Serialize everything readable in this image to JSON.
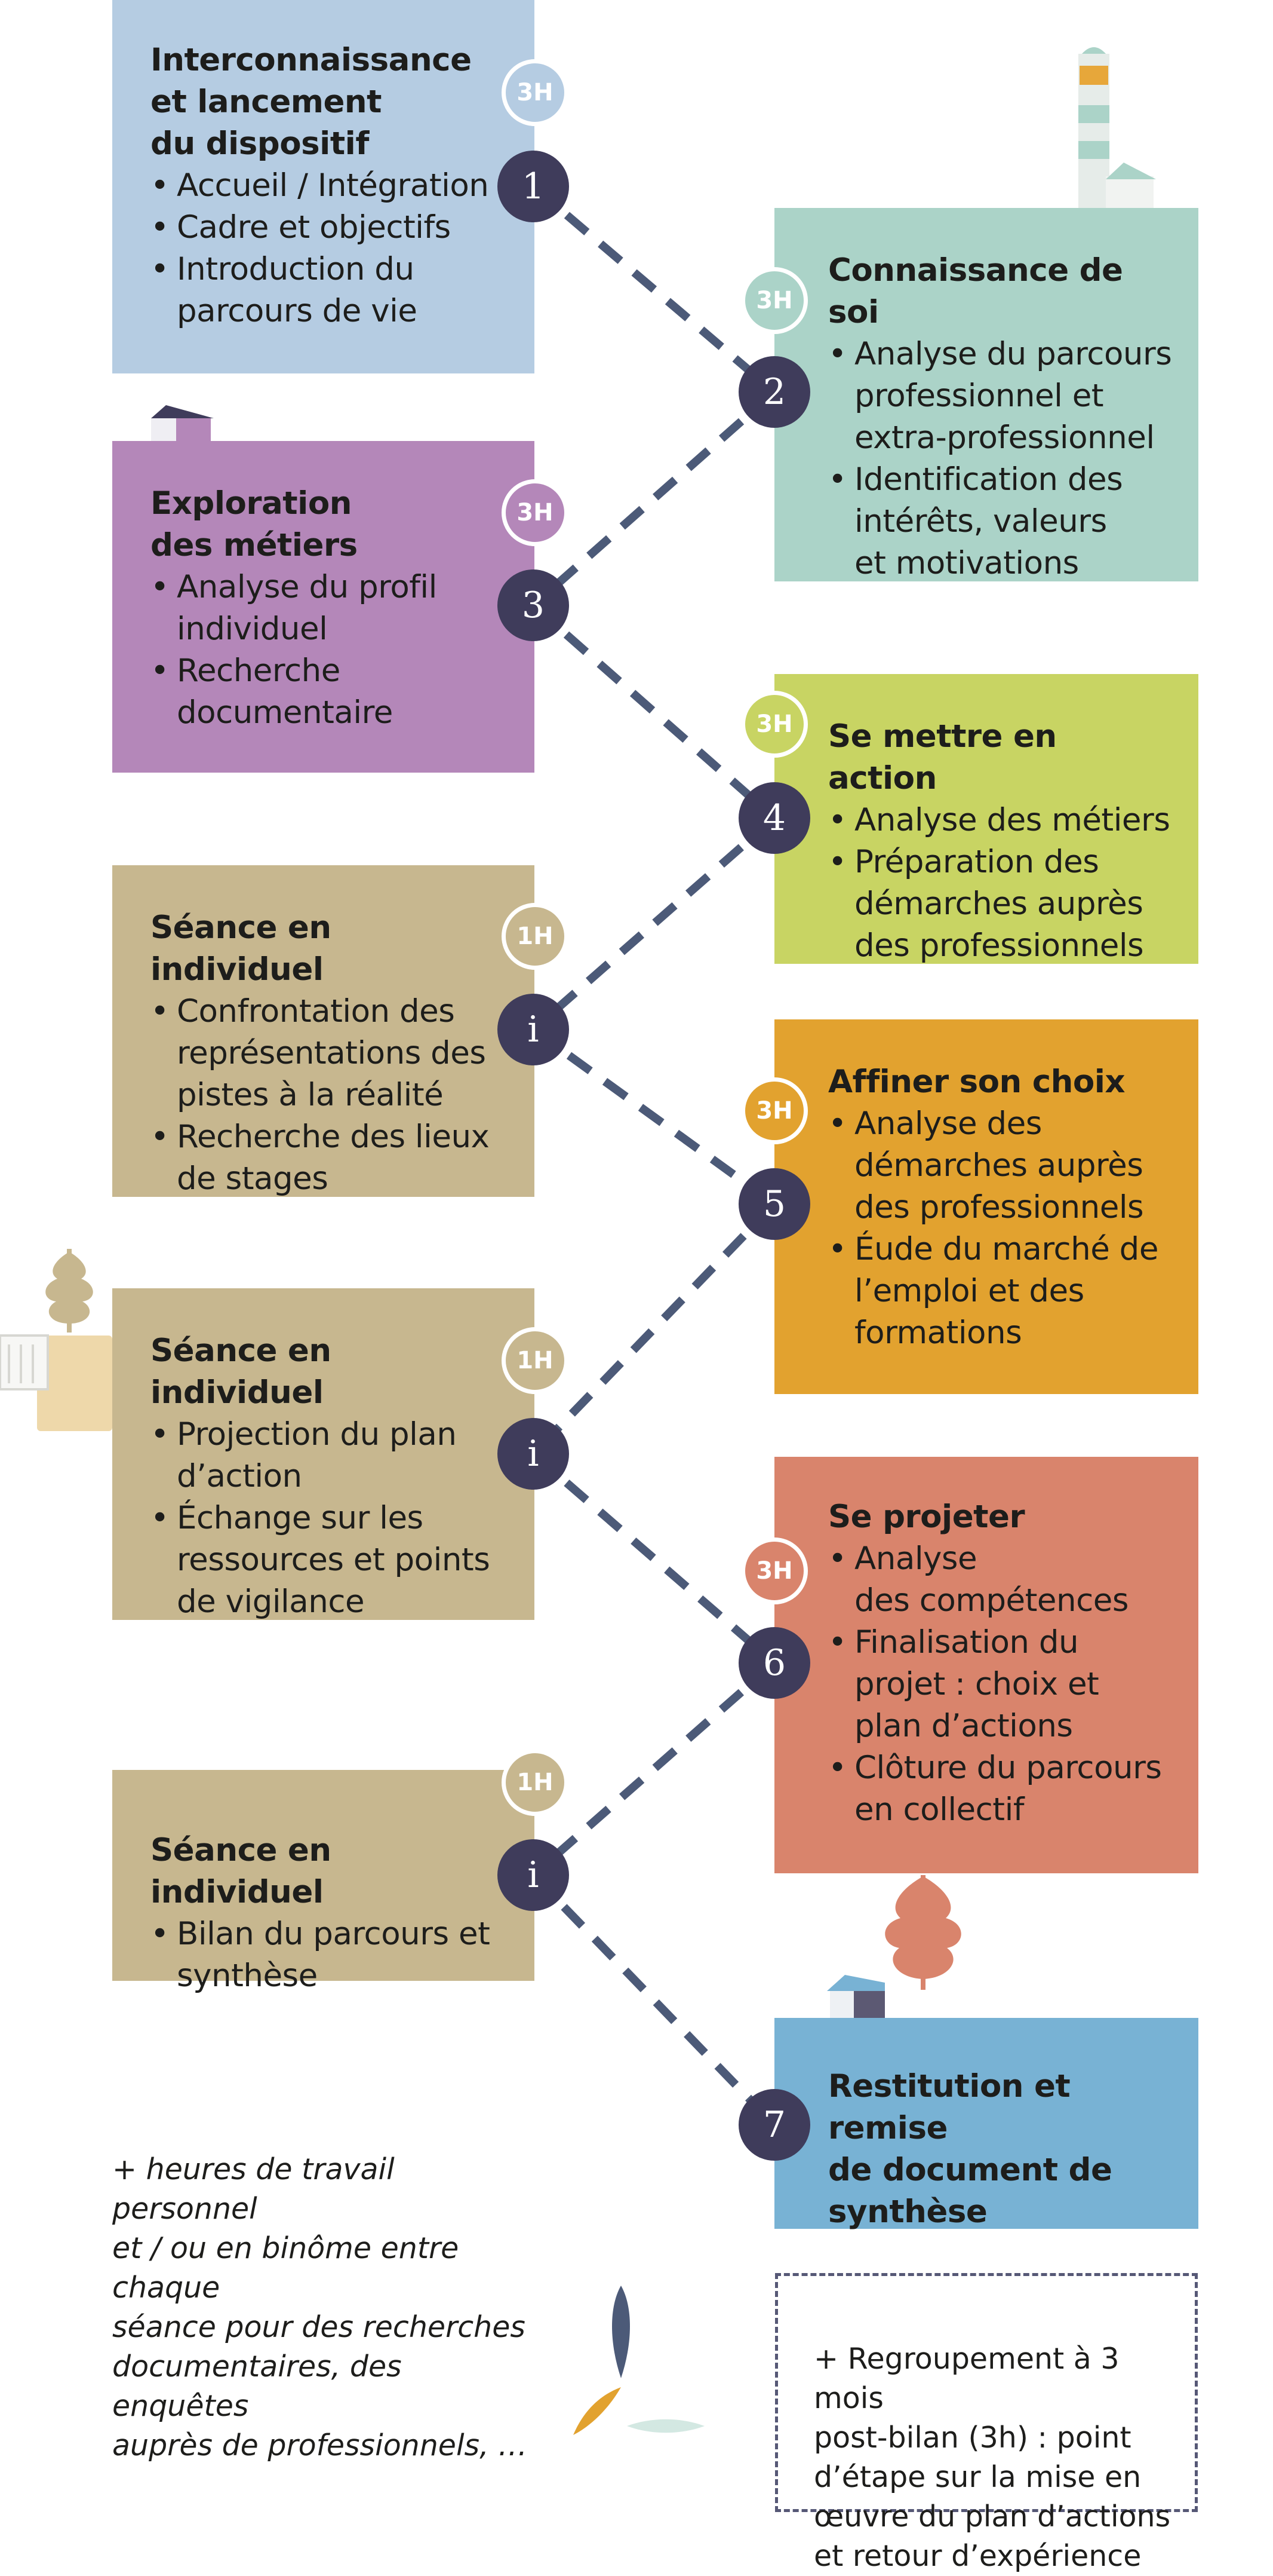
{
  "steps": [
    {
      "id": "1",
      "duration": "3H",
      "title": "Interconnaissance\net lancement\ndu dispositif",
      "items": [
        "Accueil / Intégration",
        "Cadre et objectifs",
        "Introduction du\nparcours de vie"
      ],
      "color": "#b5cce2"
    },
    {
      "id": "2",
      "duration": "3H",
      "title": "Connaissance de soi",
      "items": [
        "Analyse du parcours\nprofessionnel et\nextra-professionnel",
        "Identification des\nintérêts, valeurs\net motivations"
      ],
      "color": "#abd3c8"
    },
    {
      "id": "3",
      "duration": "3H",
      "title": "Exploration\ndes métiers",
      "items": [
        "Analyse du profil\nindividuel",
        "Recherche\ndocumentaire"
      ],
      "color": "#b487b9"
    },
    {
      "id": "4",
      "duration": "3H",
      "title": "Se mettre en action",
      "items": [
        "Analyse des métiers",
        "Préparation des\ndémarches auprès\ndes professionnels"
      ],
      "color": "#c8d463"
    },
    {
      "id": "i",
      "duration": "1H",
      "title": "Séance en individuel",
      "items": [
        "Confrontation des\nreprésentations des\npistes à la réalité",
        "Recherche des lieux\nde stages"
      ],
      "color": "#c7b78f"
    },
    {
      "id": "5",
      "duration": "3H",
      "title": "Affiner son choix",
      "items": [
        "Analyse des\ndémarches auprès\ndes professionnels",
        "Éude du marché de\nl’emploi et des\nformations"
      ],
      "color": "#e2a22f"
    },
    {
      "id": "i",
      "duration": "1H",
      "title": "Séance en individuel",
      "items": [
        "Projection du plan\nd’action",
        "Échange sur les\nressources et points\nde vigilance"
      ],
      "color": "#c7b78f"
    },
    {
      "id": "6",
      "duration": "3H",
      "title": "Se projeter",
      "items": [
        "Analyse\ndes compétences",
        "Finalisation du\nprojet : choix et\nplan d’actions",
        "Clôture du parcours\nen collectif"
      ],
      "color": "#d9846c"
    },
    {
      "id": "i",
      "duration": "1H",
      "title": "Séance en individuel",
      "items": [
        "Bilan du parcours et\nsynthèse"
      ],
      "color": "#c7b78f"
    },
    {
      "id": "7",
      "duration": "",
      "title": "Restitution et remise\nde document de\nsynthèse",
      "items": [],
      "color": "#78b2d4"
    }
  ],
  "footnote": "+ heures de travail personnel\net / ou en binôme entre chaque\nséance pour des recherches\ndocumentaires, des enquêtes\nauprès de professionnels, …",
  "followup": "+ Regroupement à 3 mois\npost-bilan (3h) : point\nd’étape sur la mise en\nœuvre du plan d’actions\net retour d’expérience",
  "colors": {
    "node": "#3f3c5b",
    "connector": "#4c5a78",
    "callout_border": "#565876"
  },
  "decorations": [
    "lighthouse-icon",
    "house-icon",
    "oak-leaf-icon",
    "orange-leaf-icon",
    "propeller-icon"
  ]
}
